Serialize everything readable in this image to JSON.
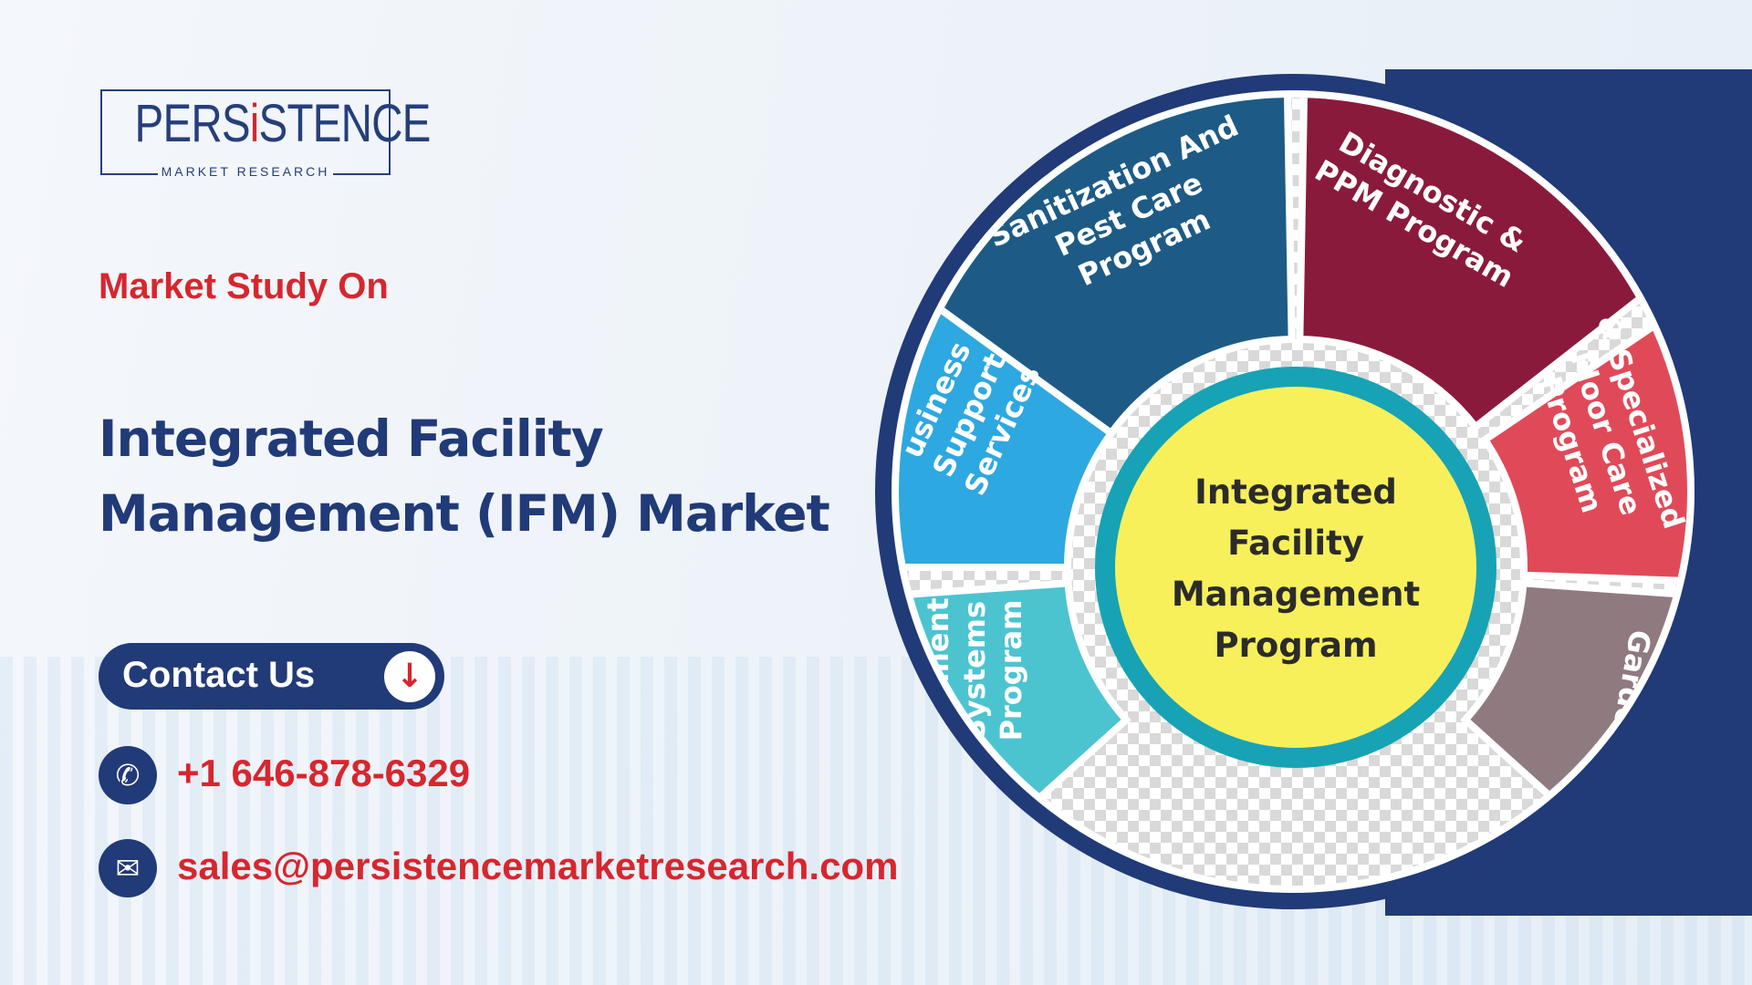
{
  "logo": {
    "name_pre": "PERS",
    "name_i": "i",
    "name_post": "STENCE",
    "tagline": "MARKET RESEARCH"
  },
  "heading": {
    "kicker": "Market Study On",
    "title_line1": "Integrated Facility",
    "title_line2": "Management (IFM) Market"
  },
  "contact": {
    "button_label": "Contact Us",
    "arrow_icon": "arrow-down-icon",
    "phone": "+1 646-878-6329",
    "email": "sales@persistencemarketresearch.com"
  },
  "wheel": {
    "center_lines": [
      "Integrated",
      "Facility",
      "Management",
      "Program"
    ],
    "segments": [
      {
        "id": "sanitization",
        "lines": [
          "Sanitization And",
          "Pest Care",
          "Program"
        ],
        "color": "#1d5b86"
      },
      {
        "id": "diagnostic",
        "lines": [
          "Diagnostic &",
          "PPM Program"
        ],
        "color": "#8a1a3c"
      },
      {
        "id": "floor-care",
        "lines": [
          "& Specialized",
          "Floor Care",
          "Program"
        ],
        "color": "#e04a58"
      },
      {
        "id": "gardens",
        "lines": [
          "Gardens"
        ],
        "color": "#8f7a80"
      },
      {
        "id": "systems",
        "lines": [
          "agement",
          "Systems",
          "Program"
        ],
        "color": "#4cc4d0"
      },
      {
        "id": "business-support",
        "lines": [
          "usiness",
          "Support",
          "Services"
        ],
        "color": "#2ea8e0"
      }
    ]
  },
  "colors": {
    "navy": "#213a78",
    "red": "#d7262e",
    "yellow": "#f7f05a",
    "teal": "#17a3b5"
  }
}
